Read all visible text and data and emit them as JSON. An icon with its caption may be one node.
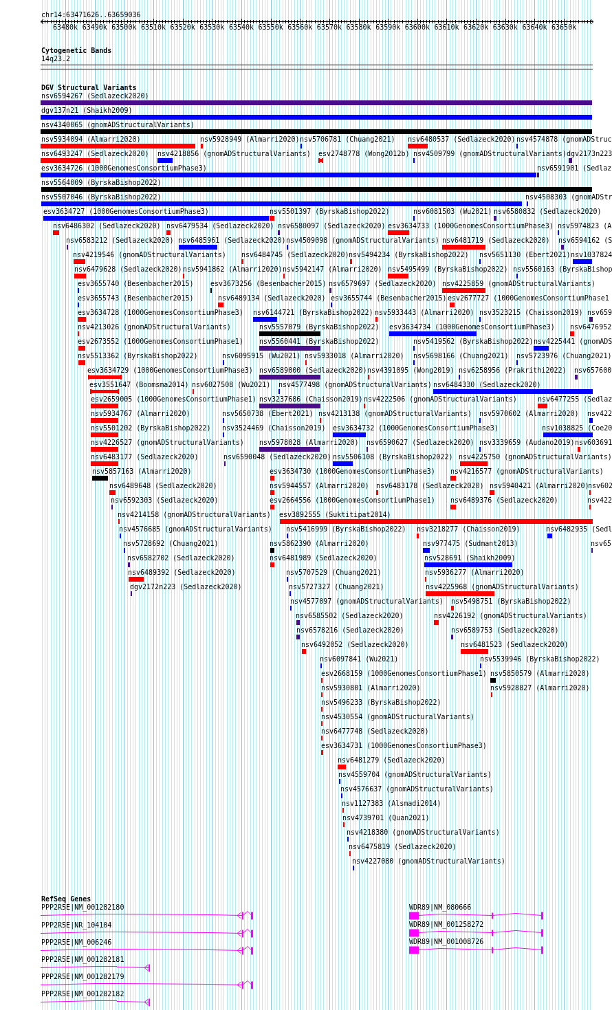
{
  "diagram": {
    "labels": [
      "chr14:63471626..63659036",
      "63480k",
      "63490k",
      "63500k",
      "63510k",
      "63520k",
      "63530k",
      "63540k",
      "63550k",
      "63560k",
      "63570k",
      "63580k",
      "63590k",
      "63600k",
      "63610k",
      "63620k",
      "63630k",
      "63640k",
      "63650k",
      "Cytogenetic Bands",
      "14q23.2",
      "DGV Structural Variants",
      "nsv6594267 (Sedlazeck2020)",
      "dgv137n21 (Shaikh2009)",
      "nsv4340065 (gnomADStructuralVariants)",
      "nsv5934094 (Almarri2020)",
      "nsv5928949 (Almarri2020)",
      "nsv5706781 (Chuang2021)",
      "nsv6480537 (Sedlazeck2020)",
      "nsv4574878 (gnomADStruc",
      "nsv6493247 (Sedlazeck2020)",
      "nsv4218856 (gnomADStructuralVariants)",
      "esv2748778 (Wong2012b)",
      "nsv4509799 (gnomADStructuralVariants)",
      "dgv2173n223",
      "esv3634726 (1000GenomesConsortiumPhase3)",
      "nsv6591901 (Sedlaz",
      "nsv5564009 (ByrskaBishop2022)",
      "nsv5507046 (ByrskaBishop2022)",
      "nsv4508303 (gnomADStr",
      "esv3634727 (1000GenomesConsortiumPhase3)",
      "nsv5501397 (ByrskaBishop2022)",
      "nsv6081503 (Wu2021)",
      "nsv6580832 (Sedlazeck2020)",
      "nsv6486302 (Sedlazeck2020)",
      "nsv6479534 (Sedlazeck2020)",
      "nsv6580097 (Sedlazeck2020)",
      "esv3634733 (1000GenomesConsortiumPhase3)",
      "nsv5974823 (A",
      "nsv6583212 (Sedlazeck2020)",
      "nsv6485961 (Sedlazeck2020)",
      "nsv4509098 (gnomADStructuralVariants)",
      "nsv6481719 (Sedlazeck2020)",
      "nsv6594162 (S",
      "nsv4219546 (gnomADStructuralVariants)",
      "nsv6484745 (Sedlazeck2020)",
      "nsv5494234 (ByrskaBishop2022)",
      "nsv5651130 (Ebert2021)",
      "nsv1037824",
      "nsv6479628 (Sedlazeck2020)",
      "nsv5941862 (Almarri2020)",
      "nsv5942147 (Almarri2020)",
      "nsv5495499 (ByrskaBishop2022)",
      "nsv5560163 (ByrskaBishop",
      "esv3655740 (Besenbacher2015)",
      "esv3673256 (Besenbacher2015)",
      "nsv6579697 (Sedlazeck2020)",
      "nsv4225859 (gnomADStructuralVariants)",
      "esv3655743 (Besenbacher2015)",
      "nsv6489134 (Sedlazeck2020)",
      "esv3655744 (Besenbacher2015)",
      "esv2677727 (1000GenomesConsortiumPhase1",
      "esv3634728 (1000GenomesConsortiumPhase3)",
      "nsv6144721 (ByrskaBishop2022)",
      "nsv5933443 (Almarri2020)",
      "nsv3523215 (Chaisson2019)",
      "nsv659",
      "nsv4213026 (gnomADStructuralVariants)",
      "nsv5557079 (ByrskaBishop2022)",
      "esv3634734 (1000GenomesConsortiumPhase3)",
      "nsv6476952",
      "esv2673552 (1000GenomesConsortiumPhase1)",
      "nsv5560441 (ByrskaBishop2022)",
      "nsv5419562 (ByrskaBishop2022)",
      "nsv4225441 (gnomADS",
      "nsv5513362 (ByrskaBishop2022)",
      "nsv6095915 (Wu2021)",
      "nsv5933018 (Almarri2020)",
      "nsv5698166 (Chuang2021)",
      "nsv5723976 (Chuang2021)",
      "esv3634729 (1000GenomesConsortiumPhase3)",
      "nsv6589000 (Sedlazeck2020)",
      "nsv4391095 (Wong2019)",
      "nsv6258956 (Prakrithi2022)",
      "nsv657600",
      "esv3551647 (Boomsma2014)",
      "nsv6027508 (Wu2021)",
      "nsv4577498 (gnomADStructuralVariants)",
      "nsv6484330 (Sedlazeck2020)",
      "esv2659005 (1000GenomesConsortiumPhase1)",
      "nsv3237686 (Chaisson2019)",
      "nsv4222506 (gnomADStructuralVariants)",
      "nsv6477255 (Sedlaz",
      "nsv5934767 (Almarri2020)",
      "nsv5650738 (Ebert2021)",
      "nsv4213138 (gnomADStructuralVariants)",
      "nsv5970602 (Almarri2020)",
      "nsv422",
      "nsv5501202 (ByrskaBishop2022)",
      "nsv3524469 (Chaisson2019)",
      "esv3634732 (1000GenomesConsortiumPhase3)",
      "nsv1038825 (Coe20",
      "nsv4226527 (gnomADStructuralVariants)",
      "nsv5978028 (Almarri2020)",
      "nsv6590627 (Sedlazeck2020)",
      "nsv3339659 (Audano2019)",
      "nsv603691",
      "nsv6483177 (Sedlazeck2020)",
      "nsv6590048 (Sedlazeck2020)",
      "nsv5506108 (ByrskaBishop2022)",
      "nsv4225750 (gnomADStructuralVariants)",
      "nsv5857163 (Almarri2020)",
      "esv3634730 (1000GenomesConsortiumPhase3)",
      "nsv4216577 (gnomADStructuralVariants)",
      "nsv6489648 (Sedlazeck2020)",
      "nsv5944557 (Almarri2020)",
      "nsv6483178 (Sedlazeck2020)",
      "nsv5940421 (Almarri2020)",
      "nsv602",
      "nsv6592303 (Sedlazeck2020)",
      "esv2664556 (1000GenomesConsortiumPhase1)",
      "nsv6489376 (Sedlazeck2020)",
      "nsv422",
      "nsv4214158 (gnomADStructuralVariants)",
      "esv3892555 (Suktitipat2014)",
      "nsv4576685 (gnomADStructuralVariants)",
      "nsv5416999 (ByrskaBishop2022)",
      "nsv3218277 (Chaisson2019)",
      "nsv6482935 (Sedl",
      "nsv5728692 (Chuang2021)",
      "nsv5862390 (Almarri2020)",
      "nsv977475 (Sudmant2013)",
      "nsv65",
      "nsv6582702 (Sedlazeck2020)",
      "nsv6481989 (Sedlazeck2020)",
      "nsv528691 (Shaikh2009)",
      "nsv6489392 (Sedlazeck2020)",
      "nsv5707529 (Chuang2021)",
      "nsv5936277 (Almarri2020)",
      "dgv2172n223 (Sedlazeck2020)",
      "nsv5727327 (Chuang2021)",
      "nsv4225968 (gnomADStructuralVariants)",
      "nsv4577097 (gnomADStructuralVariants)",
      "nsv5498751 (ByrskaBishop2022)",
      "nsv6585502 (Sedlazeck2020)",
      "nsv4226192 (gnomADStructuralVariants)",
      "nsv6578216 (Sedlazeck2020)",
      "nsv6589753 (Sedlazeck2020)",
      "nsv6492052 (Sedlazeck2020)",
      "nsv6481523 (Sedlazeck2020)",
      "nsv6097841 (Wu2021)",
      "nsv5539946 (ByrskaBishop2022)",
      "esv2668159 (1000GenomesConsortiumPhase1)",
      "nsv5850579 (Almarri2020)",
      "nsv5930801 (Almarri2020)",
      "nsv5928827 (Almarri2020)",
      "nsv5496233 (ByrskaBishop2022)",
      "nsv4530554 (gnomADStructuralVariants)",
      "nsv6477748 (Sedlazeck2020)",
      "esv3634731 (1000GenomesConsortiumPhase3)",
      "nsv6481279 (Sedlazeck2020)",
      "nsv4559704 (gnomADStructuralVariants)",
      "nsv4576637 (gnomADStructuralVariants)",
      "nsv1127383 (Alsmadi2014)",
      "nsv4739701 (Quan2021)",
      "nsv4218380 (gnomADStructuralVariants)",
      "nsv6475819 (Sedlazeck2020)",
      "nsv4227080 (gnomADStructuralVariants)",
      "RefSeq Genes",
      "PPP2R5E|NM_001282180",
      "WDR89|NM_080666",
      "PPP2R5E|NR_104104",
      "WDR89|NM_001258272",
      "PPP2R5E|NM_006246",
      "WDR89|NM_001008726",
      "PPP2R5E|NM_001282181",
      "PPP2R5E|NM_001282179",
      "PPP2R5E|NM_001282182"
    ]
  }
}
